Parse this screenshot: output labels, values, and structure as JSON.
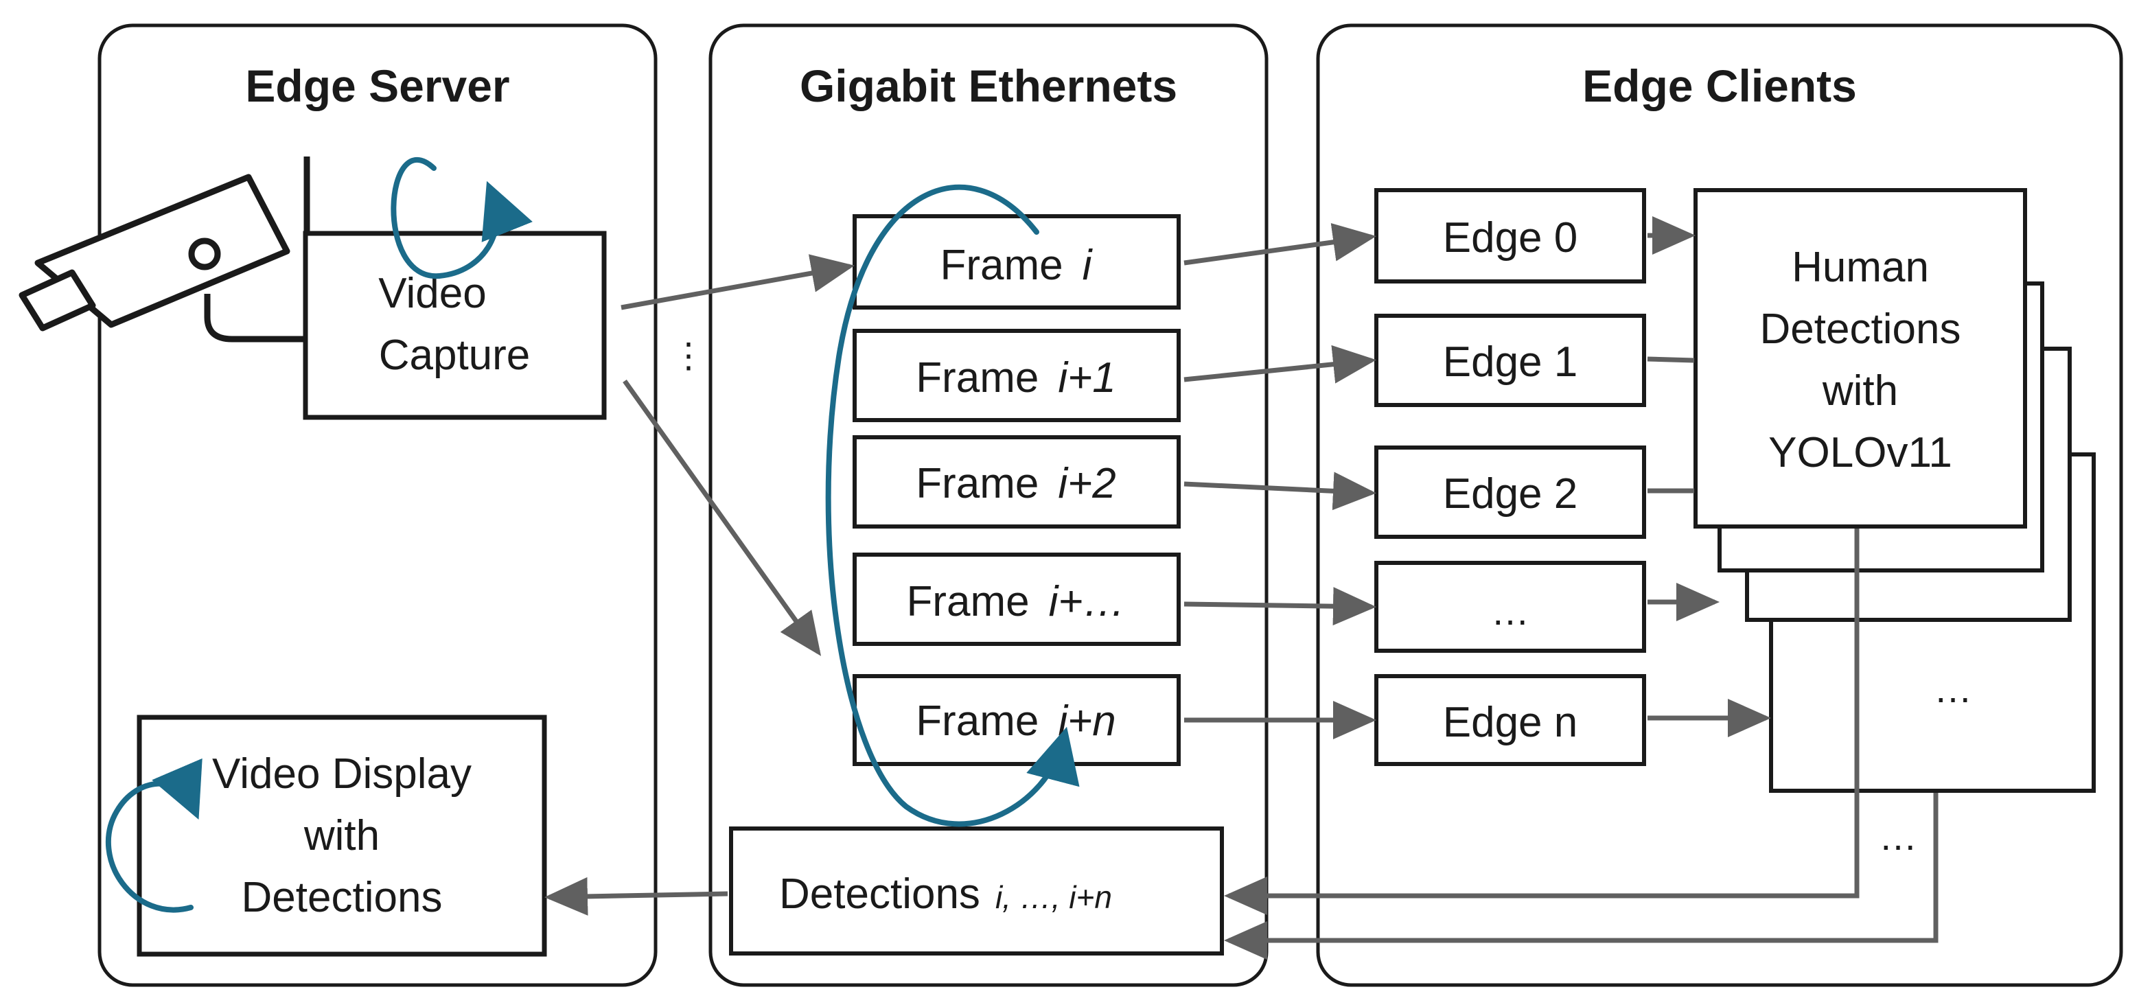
{
  "panels": {
    "server": {
      "title": "Edge Server"
    },
    "network": {
      "title": "Gigabit Ethernets"
    },
    "clients": {
      "title": "Edge Clients"
    }
  },
  "server": {
    "video_capture": [
      "Video",
      "Capture"
    ],
    "video_display": [
      "Video Display",
      "with",
      "Detections"
    ],
    "vertical_ellipsis": "⋮"
  },
  "frames": [
    {
      "label": "Frame",
      "index": "i"
    },
    {
      "label": "Frame",
      "index": "i+1"
    },
    {
      "label": "Frame",
      "index": "i+2"
    },
    {
      "label": "Frame",
      "index": "i+…"
    },
    {
      "label": "Frame",
      "index": "i+n"
    }
  ],
  "detections": {
    "label": "Detections",
    "index": "i, …, i+n"
  },
  "edges": [
    "Edge 0",
    "Edge 1",
    "Edge 2",
    "…",
    "Edge n"
  ],
  "human_detection": {
    "lines": [
      "Human",
      "Detections",
      "with",
      "YOLOv11"
    ],
    "stack_ellipsis": "…",
    "return_ellipsis": "…"
  },
  "colors": {
    "line": "#1a1a1a",
    "arrow": "#606060",
    "cycle": "#1b6b8a"
  }
}
